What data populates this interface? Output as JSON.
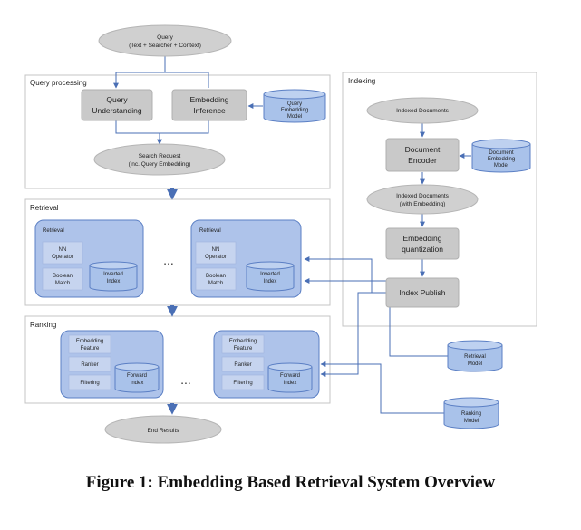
{
  "sections": {
    "query_processing": "Query processing",
    "indexing": "Indexing",
    "retrieval": "Retrieval",
    "ranking": "Ranking"
  },
  "nodes": {
    "query": [
      "Query",
      "(Text + Searcher + Context)"
    ],
    "query_understanding": [
      "Query",
      "Understanding"
    ],
    "embedding_inference": [
      "Embedding",
      "Inference"
    ],
    "query_embedding_model": [
      "Query",
      "Embedding",
      "Model"
    ],
    "search_request": [
      "Search Request",
      "(inc. Query Embedding)"
    ],
    "indexed_documents": "Indexed Documents",
    "document_encoder": [
      "Document",
      "Encoder"
    ],
    "document_embedding_model": [
      "Document",
      "Embedding",
      "Model"
    ],
    "indexed_documents_emb": [
      "Indexed Documents",
      "(with Embedding)"
    ],
    "embedding_quantization": [
      "Embedding",
      "quantization"
    ],
    "index_publish": "Index Publish",
    "retrieval_units": [
      {
        "title": "Retrieval",
        "nn": [
          "NN",
          "Operator"
        ],
        "boolean": [
          "Boolean",
          "Match"
        ],
        "index": [
          "Inverted",
          "Index"
        ]
      },
      {
        "title": "Retrieval",
        "nn": [
          "NN",
          "Operator"
        ],
        "boolean": [
          "Boolean",
          "Match"
        ],
        "index": [
          "Inverted",
          "Index"
        ]
      }
    ],
    "ranking_units": [
      {
        "feature": [
          "Embedding",
          "Feature"
        ],
        "ranker": "Ranker",
        "filtering": "Filtering",
        "index": [
          "Forward",
          "Index"
        ]
      },
      {
        "feature": [
          "Embedding",
          "Feature"
        ],
        "ranker": "Ranker",
        "filtering": "Filtering",
        "index": [
          "Forward",
          "Index"
        ]
      }
    ],
    "ellipsis": "...",
    "retrieval_model": [
      "Retrieval",
      "Model"
    ],
    "ranking_model": [
      "Ranking",
      "Model"
    ],
    "end_results": "End Results"
  },
  "colors": {
    "gray_node": "#c9c9c9",
    "ellipse": "#d0d0d0",
    "unit_fill": "#aec3ea",
    "unit_stroke": "#5b7fc4",
    "cylinder": "#a9c2ea",
    "arrow": "#4a6fb5"
  },
  "caption": "Figure 1: Embedding Based Retrieval System Overview"
}
